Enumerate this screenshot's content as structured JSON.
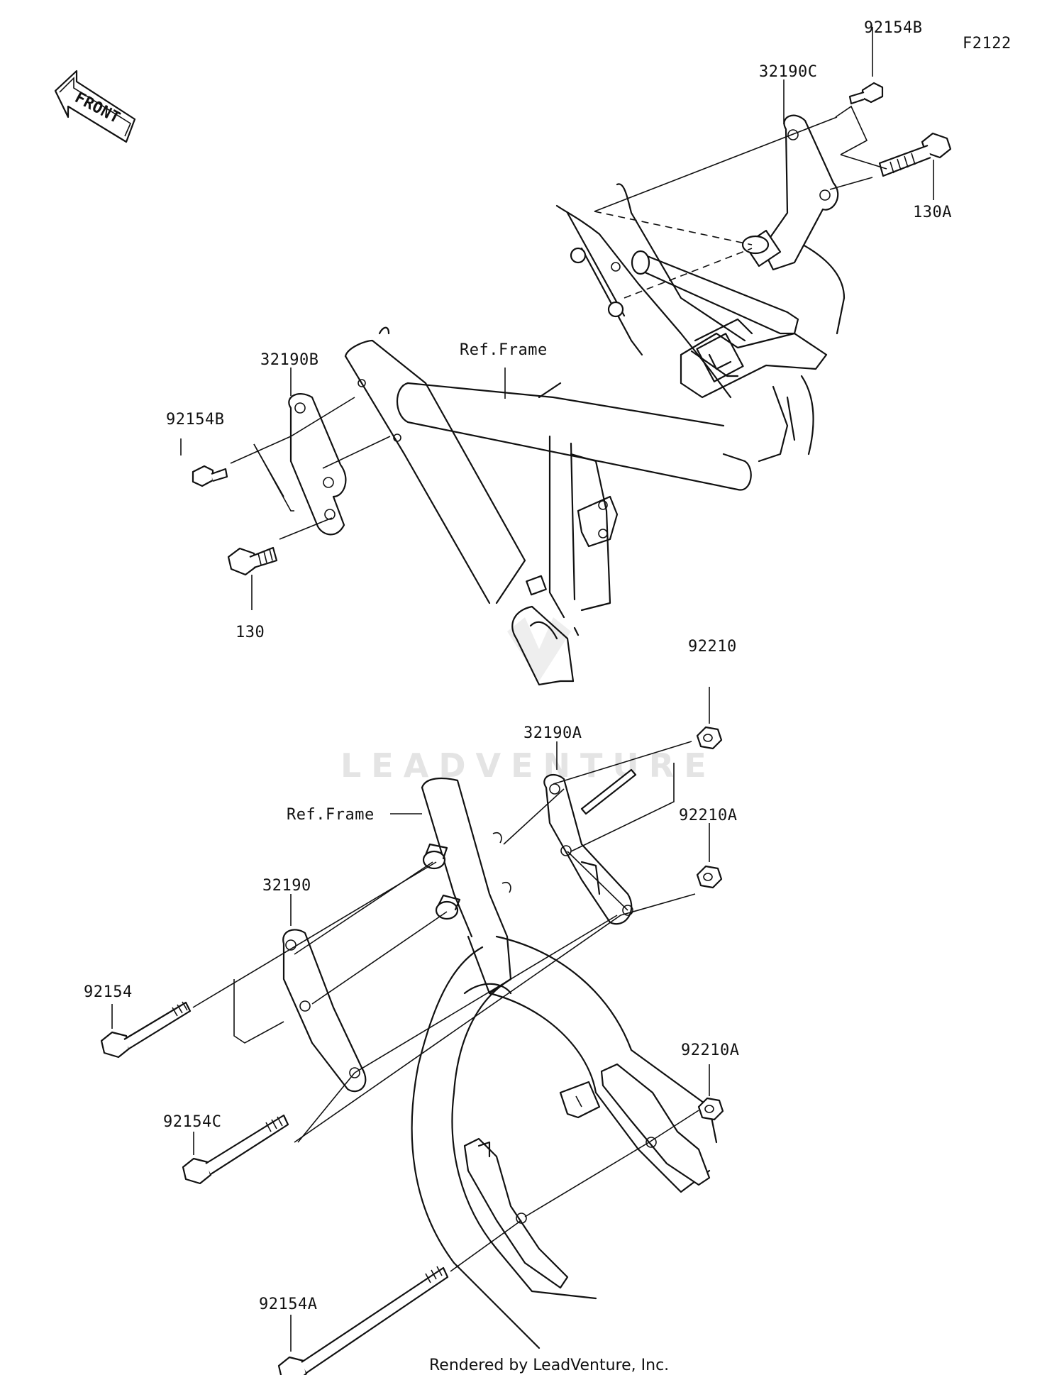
{
  "diagram_code": "F2122",
  "front_label": "FRONT",
  "watermark": "LEADVENTURE",
  "footer": "Rendered by LeadVenture, Inc.",
  "ref_frame_label": "Ref.Frame",
  "parts": {
    "p92154B_top": "92154B",
    "p32190C": "32190C",
    "p130A": "130A",
    "p32190B": "32190B",
    "p92154B_left": "92154B",
    "p130": "130",
    "p92210": "92210",
    "p32190A": "32190A",
    "p92210A_upper": "92210A",
    "p32190": "32190",
    "p92154": "92154",
    "p92154C": "92154C",
    "p92210A_lower": "92210A",
    "p92154A": "92154A"
  }
}
